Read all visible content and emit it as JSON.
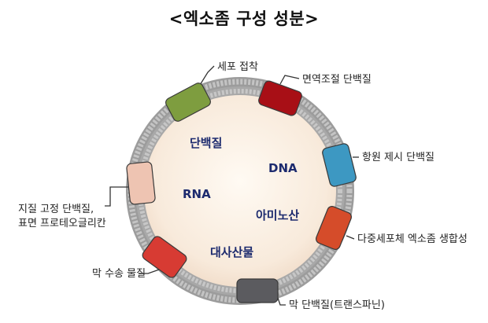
{
  "title": "<엑소좀 구성 성분>",
  "inner_labels": {
    "protein": "단백질",
    "dna": "DNA",
    "rna": "RNA",
    "amino_acid": "아미노산",
    "carbohydrate": "대사산물"
  },
  "components": [
    {
      "key": "adhesion",
      "label": "세포 접착",
      "color": "#7e9d3f"
    },
    {
      "key": "immune",
      "label": "면역조절 단백질",
      "color": "#a80f16"
    },
    {
      "key": "antigen",
      "label": "항원 제시 단백질",
      "color": "#3d98c2"
    },
    {
      "key": "multicell",
      "label": "다중세포체 엑소좀 생합성",
      "color": "#d54c2a"
    },
    {
      "key": "tetraspanin",
      "label": "막 단백질(트랜스파닌)",
      "color": "#5b5b5f"
    },
    {
      "key": "transport",
      "label": "막 수송 물질",
      "color": "#d73b33"
    },
    {
      "key": "anchor",
      "label_line1": "지질 고정 단백질,",
      "label_line2": "표면 프로테오글리칸",
      "color": "#eec4b2"
    }
  ]
}
